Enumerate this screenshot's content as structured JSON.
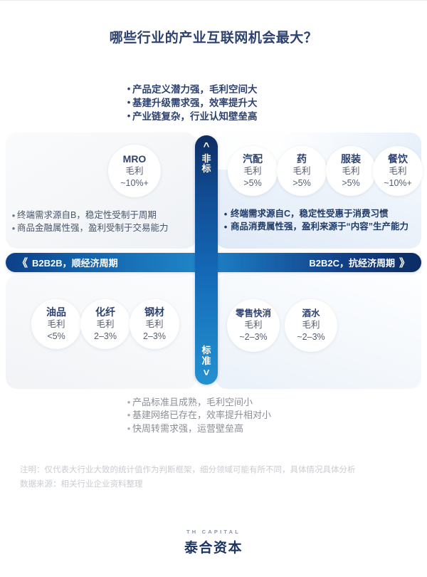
{
  "title": "哪些行业的产业互联网机会最大？",
  "bullets_top": [
    "产品定义潜力强，毛利空间大",
    "基建升级需求强，效率提升大",
    "产业链复杂，行业认知壁垒高"
  ],
  "bullets_bottom": [
    "产品标准且成熟，毛利空间小",
    "基建网络已存在，效率提升相对小",
    "快周转需求强，运营壁垒高"
  ],
  "bullets_left": [
    "终端需求源自B，稳定性受制于周期",
    "商品金融属性强，盈利受制于交易能力"
  ],
  "bullets_right": [
    "终端需求源自C，稳定性受惠于消费习惯",
    "商品消费属性强，盈利来源于“内容”生产能力"
  ],
  "axis": {
    "vertical_top_label": "非标",
    "vertical_top_chevron": "⌃⌃",
    "vertical_bottom_label": "标准",
    "vertical_bottom_chevron": "⌄⌄",
    "horizontal_left_chevron": "《",
    "horizontal_left_label": "B2B2B，顺经济周期",
    "horizontal_right_label": "B2B2C，抗经济周期",
    "horizontal_right_chevron": "》"
  },
  "quadrants": {
    "top_left": [
      {
        "name": "MRO",
        "metric": "毛利",
        "value": "~10%+"
      }
    ],
    "top_right": [
      {
        "name": "汽配",
        "metric": "毛利",
        "value": ">5%"
      },
      {
        "name": "药",
        "metric": "毛利",
        "value": ">5%"
      },
      {
        "name": "服装",
        "metric": "毛利",
        "value": ">5%"
      },
      {
        "name": "餐饮",
        "metric": "毛利",
        "value": "~10%+"
      }
    ],
    "bottom_left": [
      {
        "name": "油品",
        "metric": "毛利",
        "value": "<5%"
      },
      {
        "name": "化纤",
        "metric": "毛利",
        "value": "2–3%"
      },
      {
        "name": "钢材",
        "metric": "毛利",
        "value": "2–3%"
      }
    ],
    "bottom_right": [
      {
        "name": "零售快消",
        "metric": "毛利",
        "value": "~2–3%"
      },
      {
        "name": "酒水",
        "metric": "毛利",
        "value": "~2–3%"
      }
    ]
  },
  "footnote": {
    "line1": "注明：仅代表大行业大致的统计值作为判断框架，细分领域可能有所不同，具体情况具体分析",
    "line2": "数据来源：相关行业企业资料整理"
  },
  "logo": {
    "en": "TH CAPITAL",
    "cn": "泰合资本"
  },
  "colors": {
    "title": "#2e4270",
    "axis_dark": "#0d2d62",
    "axis_light": "#2590cf",
    "accent": "#1366b4"
  }
}
